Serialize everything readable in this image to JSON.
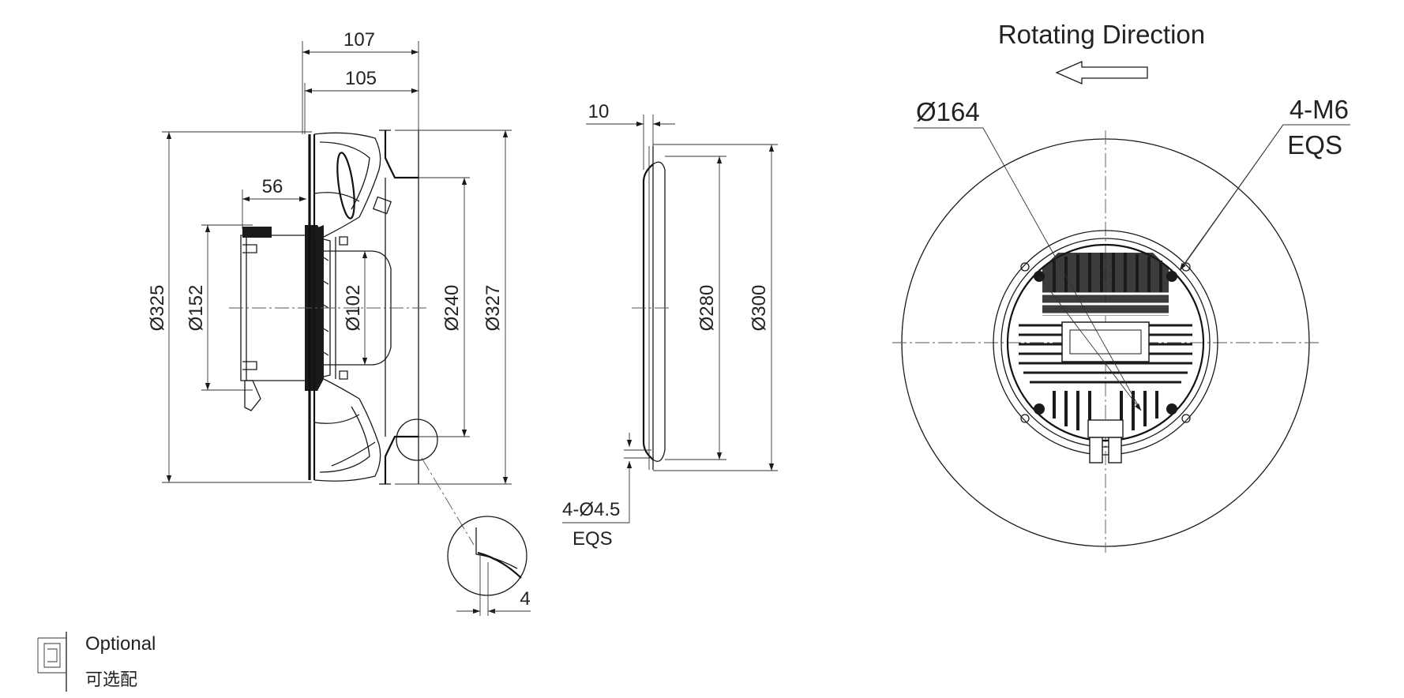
{
  "side_view": {
    "dim_overall_width": "107",
    "dim_impeller_width": "105",
    "dim_motor_offset": "56",
    "dim_outer_diameter": "Ø325",
    "dim_motor_diameter": "Ø152",
    "dim_hub_diameter": "Ø102",
    "dim_inlet_diameter": "Ø240",
    "dim_outlet_diameter": "Ø327",
    "dim_detail_gap": "4"
  },
  "ring_view": {
    "dim_ring_thickness": "10",
    "dim_inner_diameter": "Ø280",
    "dim_outer_diameter": "Ø300",
    "hole_callout_line1": "4-Ø4.5",
    "hole_callout_line2": "EQS"
  },
  "front_view": {
    "rotation_label": "Rotating Direction",
    "dim_bolt_circle": "Ø164",
    "thread_callout_line1": "4-M6",
    "thread_callout_line2": "EQS"
  },
  "legend": {
    "optional_label_en": "Optional",
    "optional_label_cn": "可选配"
  },
  "colors": {
    "line": "#1a1a1a",
    "background": "#ffffff"
  }
}
